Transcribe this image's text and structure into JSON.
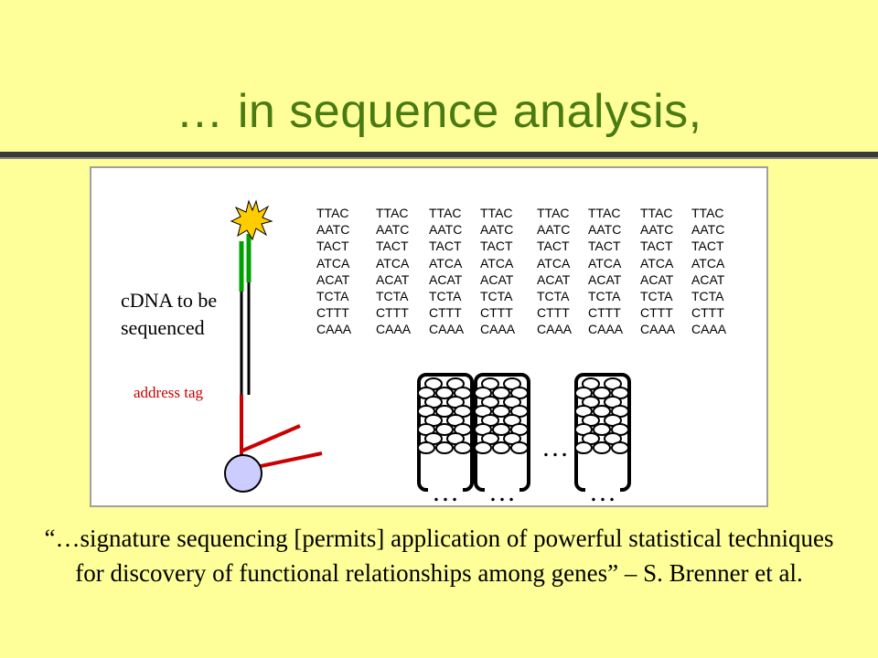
{
  "title": "… in sequence analysis,",
  "diagram": {
    "cdna_label": "cDNA to be sequenced",
    "address_tag_label": "address tag",
    "sequence_columns": [
      [
        "TTAC",
        "AATC",
        "TACT",
        "ATCA",
        "ACAT",
        "TCTA",
        "CTTT",
        "CAAA"
      ],
      [
        "TTAC",
        "AATC",
        "TACT",
        "ATCA",
        "ACAT",
        "TCTA",
        "CTTT",
        "CAAA"
      ],
      [
        "TTAC",
        "AATC",
        "TACT",
        "ATCA",
        "ACAT",
        "TCTA",
        "CTTT",
        "CAAA"
      ],
      [
        "TTAC",
        "AATC",
        "TACT",
        "ATCA",
        "ACAT",
        "TCTA",
        "CTTT",
        "CAAA"
      ],
      [
        "TTAC",
        "AATC",
        "TACT",
        "ATCA",
        "ACAT",
        "TCTA",
        "CTTT",
        "CAAA"
      ],
      [
        "TTAC",
        "AATC",
        "TACT",
        "ATCA",
        "ACAT",
        "TCTA",
        "CTTT",
        "CAAA"
      ],
      [
        "TTAC",
        "AATC",
        "TACT",
        "ATCA",
        "ACAT",
        "TCTA",
        "CTTT",
        "CAAA"
      ],
      [
        "TTAC",
        "AATC",
        "TACT",
        "ATCA",
        "ACAT",
        "TCTA",
        "CTTT",
        "CAAA"
      ]
    ],
    "ellipsis": "…",
    "colors": {
      "bead": "#ccccff",
      "tag_line": "#cc0000",
      "cdna_line": "#000000",
      "green_strand": "#00a000",
      "star": "#ffcc00"
    }
  },
  "quote": "“…signature sequencing [permits] application of powerful statistical techniques for discovery of functional relationships among genes” – S. Brenner et al."
}
